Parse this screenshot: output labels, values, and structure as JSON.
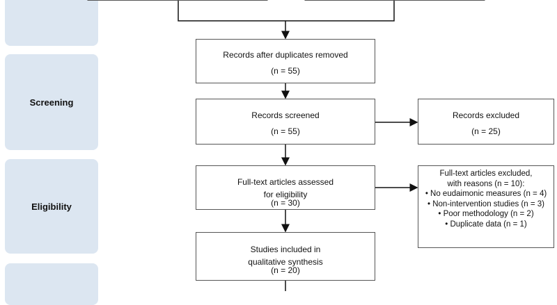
{
  "phases": {
    "screening": "Screening",
    "eligibility": "Eligibility"
  },
  "boxes": {
    "after_duplicates": {
      "line1": "Records after duplicates removed",
      "line2": "(n = 55)"
    },
    "screened": {
      "line1": "Records screened",
      "line2": "(n = 55)"
    },
    "excluded": {
      "line1": "Records excluded",
      "line2": "(n = 25)"
    },
    "fulltext_assessed": {
      "line1": "Full-text articles assessed",
      "line2": "for eligibility",
      "line3": "(n = 30)"
    },
    "fulltext_excluded": {
      "line1": "Full-text articles excluded,",
      "line2": "with reasons (n = 10):",
      "reasons": [
        "• No eudaimonic measures (n = 4)",
        "• Non-intervention studies (n = 3)",
        "• Poor methodology (n = 2)",
        "• Duplicate data (n = 1)"
      ]
    },
    "included": {
      "line1": "Studies included in",
      "line2": "qualitative synthesis",
      "line3": "(n = 20)"
    }
  },
  "colors": {
    "phase_fill": "#dce6f1",
    "border": "#555555",
    "arrow": "#111111"
  }
}
